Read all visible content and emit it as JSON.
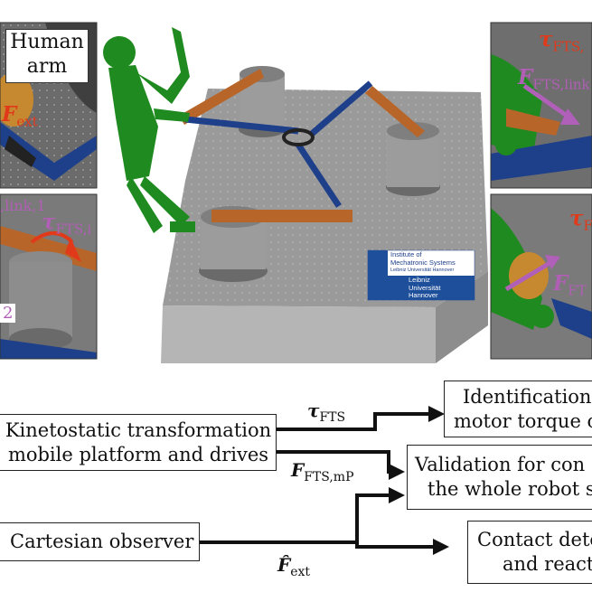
{
  "photo_labels": {
    "human_arm_line1": "Human",
    "human_arm_line2": "arm",
    "f_ext_top": "F",
    "f_ext_top_sub": "ext",
    "fts_link_1_prefix": ",link,1",
    "tau_fts_i": "τ",
    "tau_fts_i_sub": "FTS,i",
    "left_bottom_fragment": "2",
    "tau_fts_right_top": "τ",
    "tau_fts_right_top_sub": "FTS,",
    "f_fts_link_right": "F",
    "f_fts_link_right_sub": "FTS,link",
    "tau_right_bottom": "τ",
    "tau_right_bottom_sub": "F",
    "f_right_bottom": "F",
    "f_right_bottom_sub": "FT"
  },
  "logo": {
    "line1": "Institute of",
    "line2": "Mechatronic Systems",
    "line3": "Leibniz Universität Hannover",
    "uni1": "Leibniz",
    "uni2": "Universität",
    "uni3": "Hannover"
  },
  "flowchart": {
    "box_kinetostatic": {
      "line1": "Kinetostatic transformation",
      "line2": "mobile platform and drives"
    },
    "box_cartesian": {
      "line1": "Cartesian observer"
    },
    "box_identification": {
      "line1": "Identification",
      "line2": "motor torque c"
    },
    "box_validation": {
      "line1": "Validation for con",
      "line2": "the whole robot s"
    },
    "box_contact": {
      "line1": "Contact dete",
      "line2": "and react"
    },
    "arrow_tau_fts": {
      "symbol": "τ",
      "sub": "FTS"
    },
    "arrow_f_fts_mp": {
      "symbol": "F",
      "sub": "FTS,mP"
    },
    "arrow_f_ext_hat": {
      "symbol": "F̂",
      "sub": "ext"
    }
  },
  "colors": {
    "robot_green": "#1f8a1f",
    "link_orange": "#b8652a",
    "link_blue": "#1e3f8a",
    "force_purple": "#b060b8",
    "torque_red": "#e03a1a",
    "platform_gray": "#9a9a9a",
    "label_purple": "#b05fb5"
  }
}
